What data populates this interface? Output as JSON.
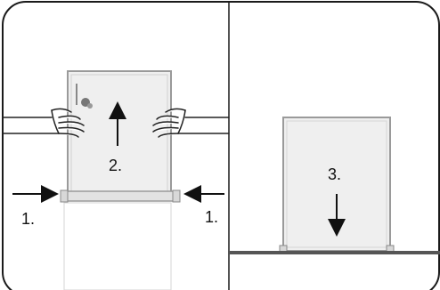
{
  "steps": {
    "left_push": "1.",
    "right_push": "1.",
    "lift": "2.",
    "lower": "3."
  },
  "colors": {
    "frame": "#1a1a1a",
    "panel_fill": "#efefef",
    "panel_stroke": "#9a9a9a",
    "floor": "#555555",
    "arrow": "#111111"
  },
  "icons": {
    "hand_left": "hand-icon",
    "hand_right": "hand-icon",
    "lock": "lock-icon"
  }
}
